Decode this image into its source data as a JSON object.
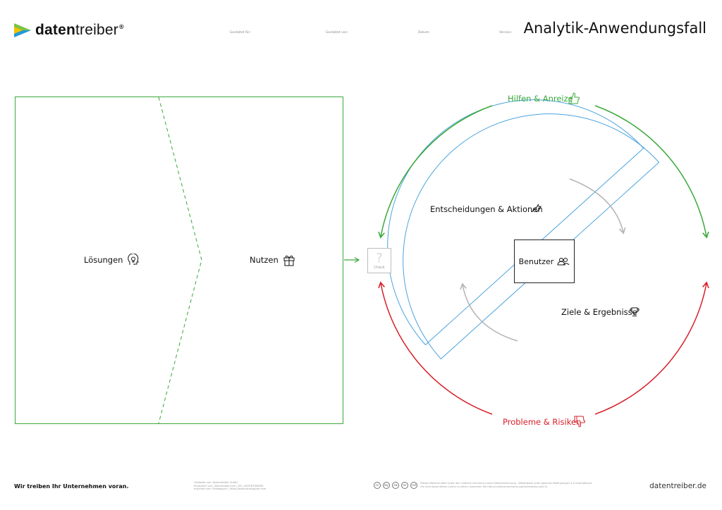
{
  "header": {
    "brand_bold": "daten",
    "brand_light": "treiber",
    "brand_reg": "®",
    "title": "Analytik-Anwendungsfall",
    "meta": [
      "Gestaltet für:",
      "Gestaltet von:",
      "Datum:",
      "Version:"
    ]
  },
  "canvas": {
    "solutions": "Lösungen",
    "benefits": "Nutzen",
    "check": "Check",
    "check_mark": "?",
    "user": "Benutzer",
    "decisions": "Entscheidungen & Aktionen",
    "goals": "Ziele & Ergebnisse",
    "helps": "Hilfen & Anreize",
    "problems": "Probleme & Risiken"
  },
  "colors": {
    "green": "#3aa83a",
    "red": "#d7202a",
    "blue": "#4aa3df",
    "gray": "#b3b3b3"
  },
  "icons": {
    "solutions": "lightbulb-head-icon",
    "benefits": "gift-icon",
    "user": "users-icon",
    "decisions": "plug-icon",
    "goals": "trophy-icon",
    "helps": "thumbs-up-icon",
    "problems": "thumbs-down-icon"
  },
  "footer": {
    "slogan": "Wir treiben Ihr Unternehmen voran.",
    "credits": [
      "Gestaltet von: Datentreiber GmbH",
      "Produziert von: datentreiber.com | DE | DATENTREIBER",
      "Inspiriert von: Strategyzer | https://www.strategyzer.com"
    ],
    "license": [
      "Dieses Material steht unter der Creative-Commons-Lizenz Namensnennung - Weitergabe unter gleichen Bedingungen 4.0 International.",
      "Um eine Kopie dieser Lizenz zu sehen, besuchen Sie http://creativecommons.org/licenses/by-sa/4.0/."
    ],
    "cc_icons": [
      "cc",
      "by",
      "sa",
      "nc",
      "nd"
    ],
    "website": "datentreiber.de"
  }
}
